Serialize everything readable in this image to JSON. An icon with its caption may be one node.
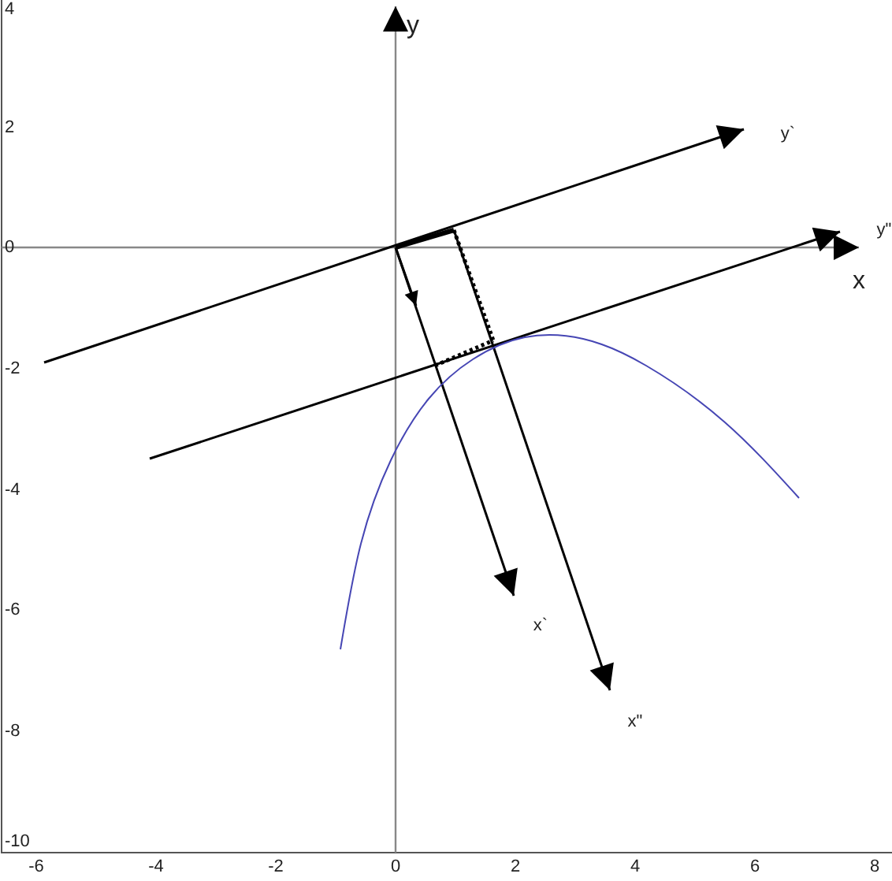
{
  "diagram": {
    "labels": [
      "4",
      "2",
      "0",
      "-2",
      "-4",
      "-6",
      "-8",
      "-10",
      "y",
      "y`",
      "y\"",
      "x",
      "x`",
      "x\"",
      "-6",
      "-4",
      "-2",
      "0",
      "2",
      "4",
      "6",
      "8"
    ]
  }
}
